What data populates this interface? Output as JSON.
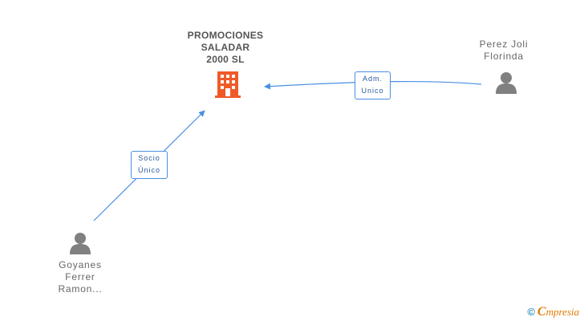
{
  "company": {
    "name_lines": [
      "PROMOCIONES",
      "SALADAR",
      "2000 SL"
    ],
    "icon": "building-icon",
    "color": "#f05a28"
  },
  "persons": [
    {
      "id": "perez",
      "name_lines": [
        "Perez Joli",
        "Florinda"
      ],
      "icon": "person-icon"
    },
    {
      "id": "goyanes",
      "name_lines": [
        "Goyanes",
        "Ferrer",
        "Ramon..."
      ],
      "icon": "person-icon"
    }
  ],
  "edges": [
    {
      "from": "perez",
      "to": "company",
      "label_lines": [
        "Adm.",
        "Unico"
      ]
    },
    {
      "from": "goyanes",
      "to": "company",
      "label_lines": [
        "Socio",
        "Único"
      ]
    }
  ],
  "colors": {
    "edge": "#4a90e2",
    "person": "#808080"
  },
  "footer": {
    "copyright_symbol": "©",
    "brand_first": "C",
    "brand_rest": "mpresia"
  }
}
